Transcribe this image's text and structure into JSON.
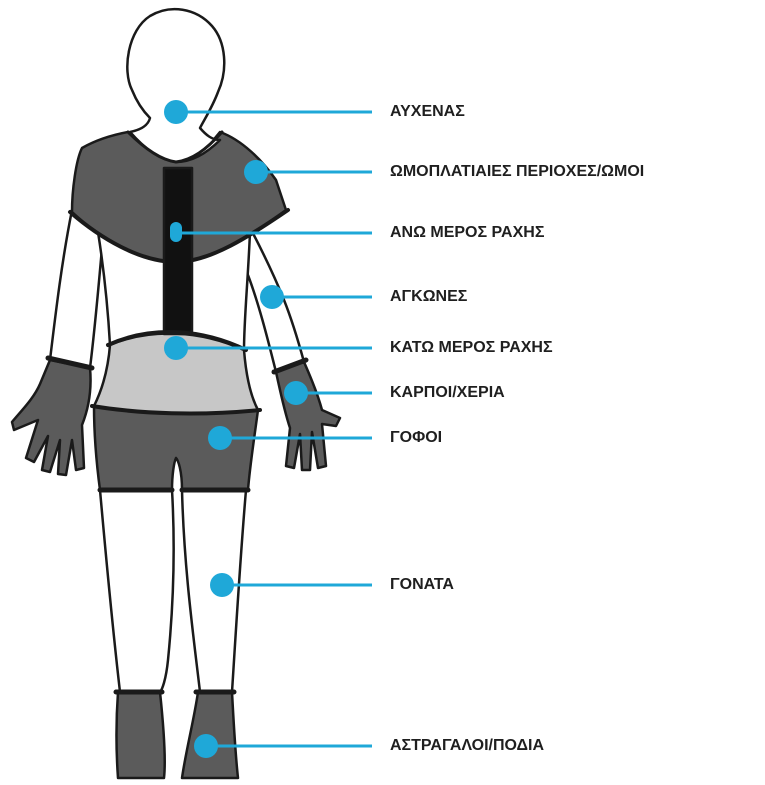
{
  "colors": {
    "accent": "#1fa8d8",
    "dark_gray": "#5b5b5b",
    "light_gray": "#c7c7c7",
    "black": "#111111",
    "outline": "#1a1a1a"
  },
  "labels": {
    "neck": "ΑΥΧΕΝΑΣ",
    "shoulders": "ΩΜΟΠΛΑΤΙΑΙΕΣ ΠΕΡΙΟΧΕΣ/ΩΜΟΙ",
    "upper_back": "ΑΝΩ ΜΕΡΟΣ ΡΑΧΗΣ",
    "elbows": "ΑΓΚΩΝΕΣ",
    "lower_back": "ΚΑΤΩ ΜΕΡΟΣ ΡΑΧΗΣ",
    "wrists_hands": "ΚΑΡΠΟΙ/ΧΕΡΙΑ",
    "hips": "ΓΟΦΟΙ",
    "knees": "ΓΟΝΑΤΑ",
    "ankles_feet": "ΑΣΤΡΑΓΑΛΟΙ/ΠΟΔΙΑ"
  }
}
